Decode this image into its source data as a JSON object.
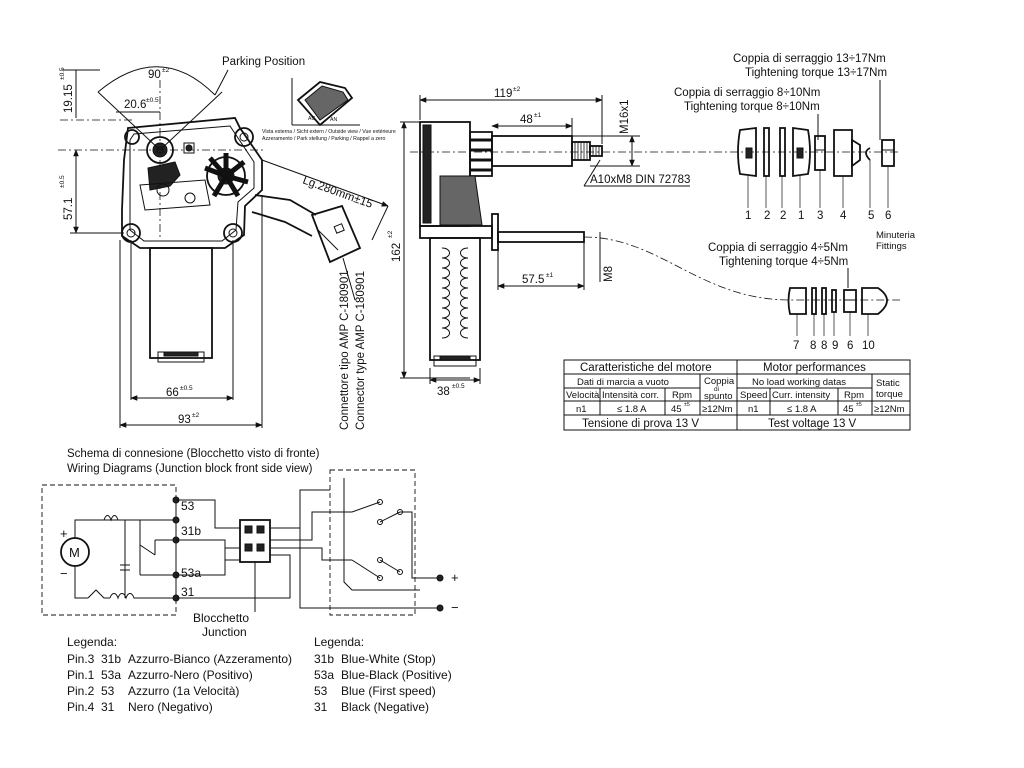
{
  "front_view": {
    "parking_position": "Parking Position",
    "angle_90": "90",
    "angle_90_tol": "±2",
    "dim_20_6": "20.6",
    "dim_20_6_tol": "±0.5",
    "dim_19_15": "19.15",
    "dim_19_15_tol": "±0.5",
    "dim_57_1": "57.1",
    "dim_57_1_tol": "±0.5",
    "dim_66": "66",
    "dim_66_tol": "±0.5",
    "dim_93": "93",
    "dim_93_tol": "±2",
    "cable_length": "Lg.280mm±15",
    "connector_it": "Connettore tipo AMP C-180901",
    "connector_en": "Connector type AMP C-180901",
    "view_legend_1": "Vista esterna / Sicht extern / Outside view / Vue extérieure",
    "view_legend_2": "Azzeramento / Park stellung / Parking / Rappel a zero",
    "sweep_label_ac": "AC",
    "sweep_label_an": "AN"
  },
  "side_view": {
    "dim_119": "119",
    "dim_119_tol": "±2",
    "dim_48": "48",
    "dim_48_tol": "±1",
    "dim_m16x1": "M16x1",
    "dim_a10xm8": "A10xM8 DIN 72783",
    "dim_162": "162",
    "dim_162_tol": "±2",
    "dim_57_5": "57.5",
    "dim_57_5_tol": "±1",
    "dim_m8": "M8",
    "dim_38": "38",
    "dim_38_tol": "±0.5"
  },
  "fittings": {
    "torque_13_it": "Coppia di serraggio 13÷17Nm",
    "torque_13_en": "Tightening torque 13÷17Nm",
    "torque_8_it": "Coppia di serraggio 8÷10Nm",
    "torque_8_en": "Tightening torque 8÷10Nm",
    "torque_4_it": "Coppia di serraggio 4÷5Nm",
    "torque_4_en": "Tightening torque 4÷5Nm",
    "top_numbers": [
      "1",
      "2",
      "2",
      "1",
      "3",
      "4",
      "5",
      "6"
    ],
    "bottom_numbers": [
      "7",
      "8",
      "8",
      "9",
      "6",
      "10"
    ],
    "minuteria": "Minuteria",
    "fittings_label": "Fittings"
  },
  "performance_table": {
    "it_title": "Caratteristiche del motore",
    "en_title": "Motor performances",
    "it_no_load": "Dati di marcia a vuoto",
    "en_no_load": "No load working datas",
    "it_col_speed": "Velocità",
    "it_col_current": "Intensità corr.",
    "it_col_rpm": "Rpm",
    "it_torque_1": "Coppia",
    "it_torque_2": "di",
    "it_torque_3": "spunto",
    "en_col_speed": "Speed",
    "en_col_current": "Curr. intensity",
    "en_col_rpm": "Rpm",
    "en_torque_1": "Static",
    "en_torque_2": "torque",
    "val_speed": "n1",
    "val_current": "≤ 1.8 A",
    "val_rpm": "45",
    "val_rpm_tol": "±5",
    "val_torque": "≥12Nm",
    "it_test": "Tensione di prova 13 V",
    "en_test": "Test voltage 13 V"
  },
  "wiring": {
    "title_it": "Schema di connesione (Blocchetto visto di fronte)",
    "title_en": "Wiring Diagrams (Junction block front side view)",
    "pin_53": "53",
    "pin_31b": "31b",
    "pin_53a": "53a",
    "pin_31": "31",
    "motor": "M",
    "plus": "+",
    "minus": "−",
    "supply_plus": "+",
    "supply_minus": "−",
    "junction_it": "Blocchetto",
    "junction_en": "Junction"
  },
  "legend_it": {
    "title": "Legenda:",
    "rows": [
      {
        "pin": "Pin.3",
        "code": "31b",
        "desc": "Azzurro-Bianco (Azzeramento)"
      },
      {
        "pin": "Pin.1",
        "code": "53a",
        "desc": "Azzurro-Nero (Positivo)"
      },
      {
        "pin": "Pin.2",
        "code": "53",
        "desc": "Azzurro (1a Velocità)"
      },
      {
        "pin": "Pin.4",
        "code": "31",
        "desc": "Nero (Negativo)"
      }
    ]
  },
  "legend_en": {
    "title": "Legenda:",
    "rows": [
      {
        "code": "31b",
        "desc": "Blue-White (Stop)"
      },
      {
        "code": "53a",
        "desc": "Blue-Black (Positive)"
      },
      {
        "code": "53",
        "desc": "Blue (First speed)"
      },
      {
        "code": "31",
        "desc": "Black (Negative)"
      }
    ]
  }
}
